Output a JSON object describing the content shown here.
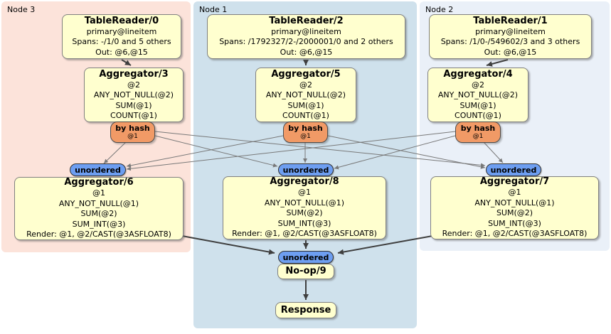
{
  "regions": {
    "node3": {
      "label": "Node 3"
    },
    "node1": {
      "label": "Node 1"
    },
    "node2": {
      "label": "Node 2"
    }
  },
  "boxes": {
    "tr0": {
      "title": "TableReader/0",
      "lines": [
        "primary@lineitem",
        "Spans: -/1/0 and 5 others",
        "Out: @6,@15"
      ]
    },
    "tr2": {
      "title": "TableReader/2",
      "lines": [
        "primary@lineitem",
        "Spans: /1792327/2-/2000001/0 and 2 others",
        "Out: @6,@15"
      ]
    },
    "tr1": {
      "title": "TableReader/1",
      "lines": [
        "primary@lineitem",
        "Spans: /1/0-/549602/3 and 3 others",
        "Out: @6,@15"
      ]
    },
    "agg3": {
      "title": "Aggregator/3",
      "lines": [
        "@2",
        "ANY_NOT_NULL(@2)",
        "SUM(@1)",
        "COUNT(@1)"
      ]
    },
    "agg5": {
      "title": "Aggregator/5",
      "lines": [
        "@2",
        "ANY_NOT_NULL(@2)",
        "SUM(@1)",
        "COUNT(@1)"
      ]
    },
    "agg4": {
      "title": "Aggregator/4",
      "lines": [
        "@2",
        "ANY_NOT_NULL(@2)",
        "SUM(@1)",
        "COUNT(@1)"
      ]
    },
    "agg6": {
      "title": "Aggregator/6",
      "lines": [
        "@1",
        "ANY_NOT_NULL(@1)",
        "SUM(@2)",
        "SUM_INT(@3)",
        "Render: @1, @2/CAST(@3ASFLOAT8)"
      ]
    },
    "agg8": {
      "title": "Aggregator/8",
      "lines": [
        "@1",
        "ANY_NOT_NULL(@1)",
        "SUM(@2)",
        "SUM_INT(@3)",
        "Render: @1, @2/CAST(@3ASFLOAT8)"
      ]
    },
    "agg7": {
      "title": "Aggregator/7",
      "lines": [
        "@1",
        "ANY_NOT_NULL(@1)",
        "SUM(@2)",
        "SUM_INT(@3)",
        "Render: @1, @2/CAST(@3ASFLOAT8)"
      ]
    },
    "noop": {
      "title": "No-op/9"
    },
    "response": {
      "title": "Response"
    }
  },
  "routers": {
    "hash3": {
      "label": "by hash",
      "detail": "@1"
    },
    "hash5": {
      "label": "by hash",
      "detail": "@1"
    },
    "hash4": {
      "label": "by hash",
      "detail": "@1"
    }
  },
  "syncs": {
    "un6": {
      "label": "unordered"
    },
    "un8": {
      "label": "unordered"
    },
    "un7": {
      "label": "unordered"
    },
    "un9": {
      "label": "unordered"
    }
  },
  "colors": {
    "region-node3": "#fce3da",
    "region-node1": "#cfe1ec",
    "region-node2": "#eaf0f8",
    "box-fill": "#ffffcf",
    "box-border": "#808080",
    "router-fill": "#f19a66",
    "router-border": "#4d4d4d",
    "sync-fill": "#6d9ef1",
    "sync-border": "#333333",
    "edge-thin": "#787878",
    "edge-thick": "#3f3f3f"
  }
}
